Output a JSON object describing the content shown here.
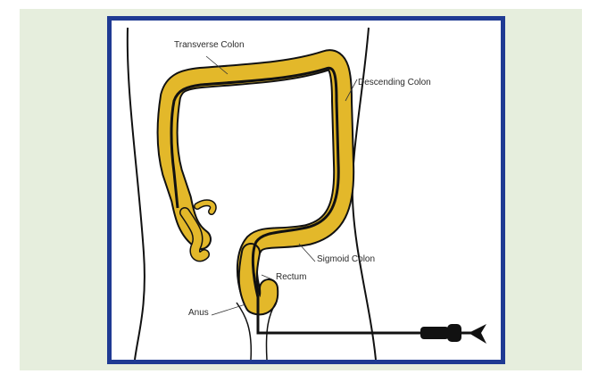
{
  "labels": {
    "transverse": "Transverse Colon",
    "descending": "Descending Colon",
    "sigmoid": "Sigmoid Colon",
    "rectum": "Rectum",
    "anus": "Anus"
  },
  "colors": {
    "frame_border": "#1f3a93",
    "panel_background": "#e6eedd",
    "colon_fill": "#e3b82a",
    "scope_line": "#111111"
  }
}
